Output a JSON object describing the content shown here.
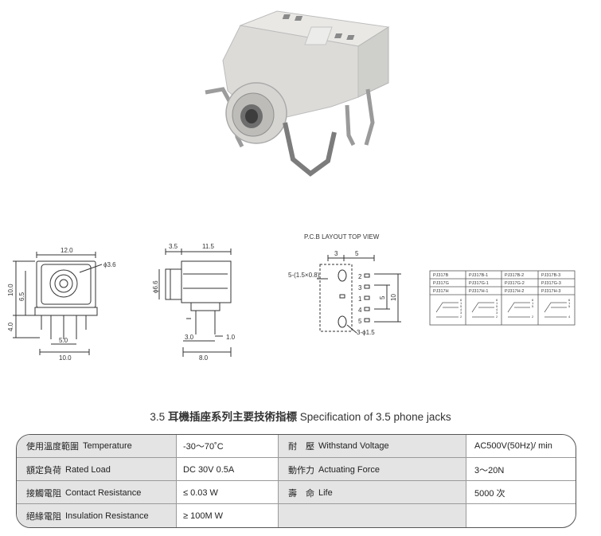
{
  "drawing_top": {
    "width_dim": "12.0",
    "hole_dim": "ϕ3.6",
    "height_total": "10.0",
    "height_mid": "6.5",
    "pin_len": "4.0",
    "pin_pitch": "5.0",
    "base_width": "10.0"
  },
  "drawing_side": {
    "front_dim": "3.5",
    "body_dim": "11.5",
    "dia_dim": "ϕ6.6",
    "pin_offset": "3.0",
    "pin_width": "1.0",
    "pin_span": "8.0"
  },
  "pcb_layout": {
    "title": "P.C.B LAYOUT   TOP VIEW",
    "top_a": "3",
    "top_b": "5",
    "hole_label": "5-(1.5×0.8)",
    "pins": [
      "2",
      "3",
      "1",
      "4",
      "5"
    ],
    "vert_a": "5",
    "vert_b": "10",
    "round_hole": "3-ϕ1.5"
  },
  "model_table": {
    "rows": [
      [
        "PJ317B",
        "PJ317B-1",
        "PJ317B-2",
        "PJ317B-3"
      ],
      [
        "PJ317G",
        "PJ317G-1",
        "PJ317G-2",
        "PJ317G-3"
      ],
      [
        "PJ317H",
        "PJ317H-1",
        "PJ317H-2",
        "PJ317H-3"
      ]
    ],
    "schematic_pins": [
      [
        "6",
        "1",
        "5",
        "4",
        "3",
        "2"
      ],
      [
        "6",
        "1",
        "5",
        "4",
        "3",
        "2"
      ],
      [
        "6",
        "1",
        "5",
        "2"
      ],
      [
        "6",
        "1",
        "5",
        "4"
      ]
    ]
  },
  "caption": {
    "number": "3.5",
    "chinese": "耳機插座系列主要技術指標",
    "english": "Specification of 3.5 phone jacks"
  },
  "spec_table": {
    "rows": [
      {
        "l_cn": "使用溫度範圍",
        "l_en": "Temperature",
        "l_val": "-30～70˚C",
        "r_cn": "耐　壓",
        "r_en": "Withstand Voltage",
        "r_val": "AC500V(50Hz)/ min"
      },
      {
        "l_cn": "額定負荷",
        "l_en": "Rated Load",
        "l_val": "DC  30V  0.5A",
        "r_cn": "動作力",
        "r_en": "Actuating Force",
        "r_val": "3～20N"
      },
      {
        "l_cn": "接觸電阻",
        "l_en": "Contact Resistance",
        "l_val": "≤ 0.03 W",
        "r_cn": "壽　命",
        "r_en": "Life",
        "r_val": "5000 次"
      },
      {
        "l_cn": "絕緣電阻",
        "l_en": "Insulation Resistance",
        "l_val": "≥ 100M W",
        "r_cn": "",
        "r_en": "",
        "r_val": ""
      }
    ]
  }
}
